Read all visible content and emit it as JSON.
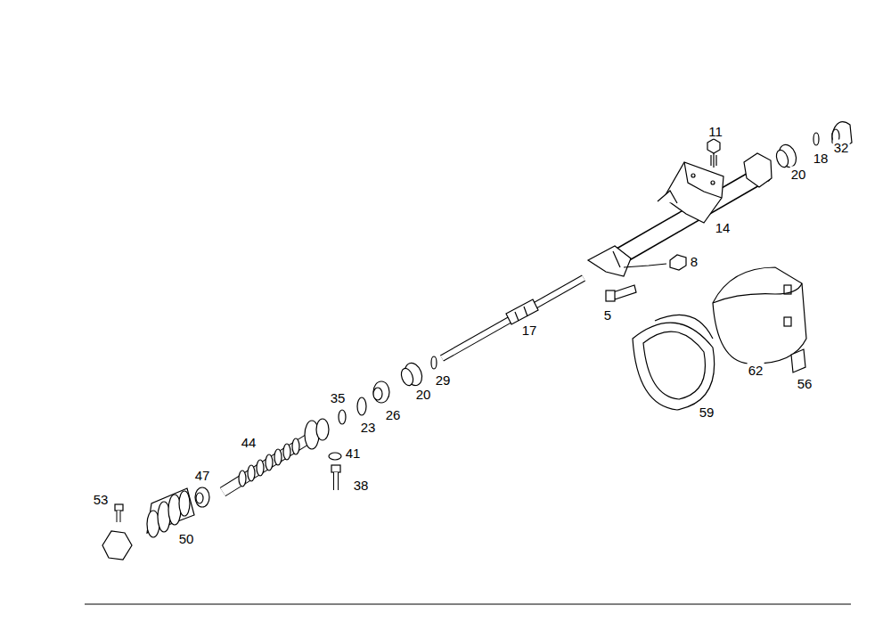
{
  "diagram": {
    "labels": [
      "11",
      "32",
      "18",
      "20",
      "14",
      "8",
      "5",
      "17",
      "62",
      "56",
      "29",
      "20",
      "59",
      "35",
      "26",
      "23",
      "44",
      "41",
      "38",
      "47",
      "53",
      "50"
    ]
  }
}
